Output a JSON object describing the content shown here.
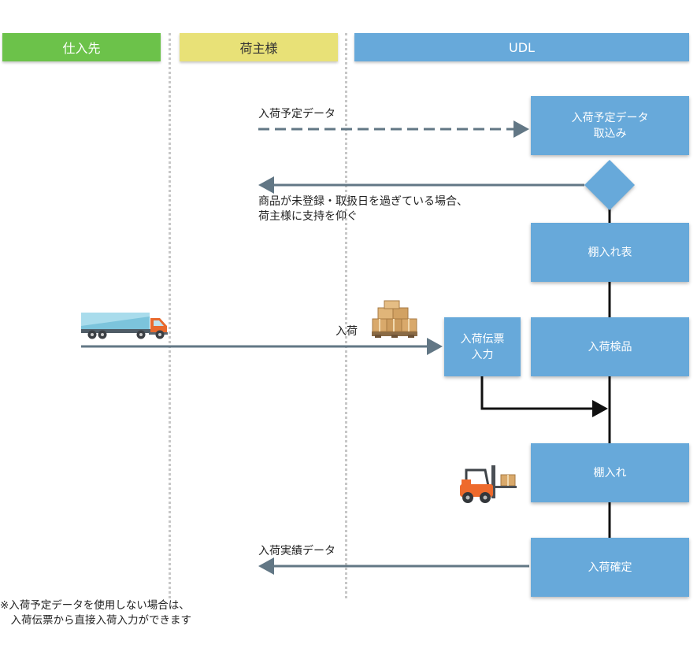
{
  "lanes": [
    {
      "label": "仕入先",
      "color": "#6cc24a"
    },
    {
      "label": "荷主様",
      "color": "#e8e177"
    },
    {
      "label": "UDL",
      "color": "#67a9da"
    }
  ],
  "boxes": {
    "import": "入荷予定データ\n取込み",
    "shelf_list": "棚入れ表",
    "inspection": "入荷検品",
    "slip_entry": "入荷伝票\n入力",
    "shelving": "棚入れ",
    "confirm": "入荷確定"
  },
  "labels": {
    "schedule_data": "入荷予定データ",
    "unregistered": "商品が未登録・取扱日を過ぎている場合、\n荷主様に支持を仰ぐ",
    "arrival": "入荷",
    "results_data": "入荷実績データ"
  },
  "note": "※入荷予定データを使用しない場合は、\n　入荷伝票から直接入荷入力ができます",
  "icons": [
    "truck-icon",
    "cardboard-boxes-icon",
    "forklift-icon"
  ],
  "colors": {
    "arrow": "#627785",
    "flow": "#111111",
    "box": "#67a9da"
  }
}
